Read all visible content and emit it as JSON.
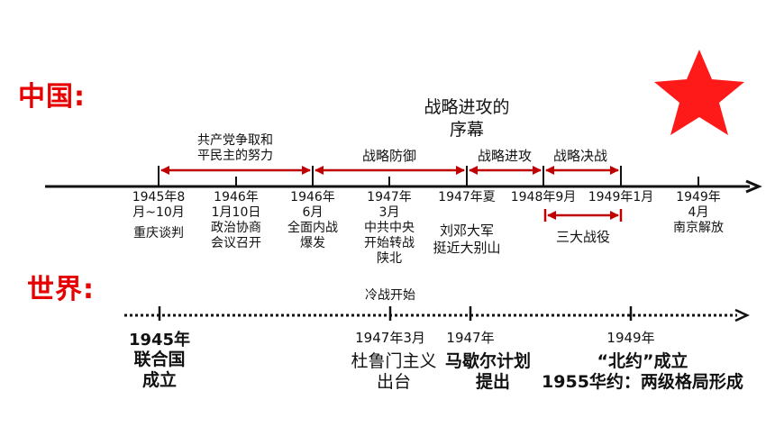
{
  "labels": {
    "china": "中国:",
    "world": "世界:"
  },
  "china_timeline": {
    "header": [
      "战略进攻的",
      "序幕"
    ],
    "phases": {
      "p1": [
        "共产党争取和",
        "平民主的努力"
      ],
      "p2": "战略防御",
      "p3": "战略进攻",
      "p4": "战略决战"
    },
    "events": {
      "e1": {
        "date": [
          "1945年8",
          "月~10月"
        ],
        "desc": [
          "重庆谈判"
        ]
      },
      "e2": {
        "date": [
          "1946年",
          "1月10日"
        ],
        "desc": [
          "政治协商",
          "会议召开"
        ]
      },
      "e3": {
        "date": [
          "1946年",
          "6月"
        ],
        "desc": [
          "全面内战",
          "爆发"
        ]
      },
      "e4": {
        "date": [
          "1947年",
          "3月"
        ],
        "desc": [
          "中共中央",
          "开始转战",
          "陕北"
        ]
      },
      "e5": {
        "date": [
          "1947年夏"
        ],
        "desc": [
          "刘邓大军",
          "挺近大别山"
        ]
      },
      "e6": {
        "date": [
          "1948年9月"
        ],
        "desc": [
          "三大战役"
        ]
      },
      "e7": {
        "date": [
          "1949年1月"
        ]
      },
      "e8": {
        "date": [
          "1949年",
          "4月"
        ],
        "desc": [
          "南京解放"
        ]
      }
    }
  },
  "world_timeline": {
    "cold_war": "冷战开始",
    "events": {
      "w1": {
        "date": "1945年",
        "desc": [
          "联合国",
          "成立"
        ]
      },
      "w2": {
        "date": "1947年3月",
        "desc": [
          "杜鲁门主义",
          "出台"
        ]
      },
      "w3": {
        "date": "1947年",
        "desc": [
          "马歇尔计划",
          "提出"
        ]
      },
      "w4": {
        "date": "1949年",
        "desc": [
          "“北约”成立",
          "1955华约：两级格局形成"
        ]
      }
    }
  },
  "colors": {
    "accent_red": "#e60000",
    "star_red": "#ff1a1a",
    "axis": "#111111"
  },
  "icons": {
    "star": "red-star-icon"
  }
}
